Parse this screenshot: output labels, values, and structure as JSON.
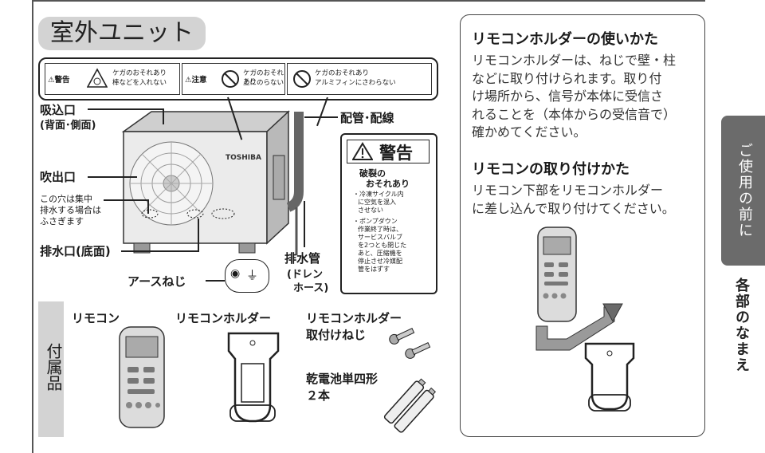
{
  "section_title": "室外ユニット",
  "warning_bar": [
    {
      "tag": "⚠警告",
      "line1": "ケガのおそれあり",
      "line2": "棒などを入れない"
    },
    {
      "tag": "⚠注意",
      "line1": "ケガのおそれあり",
      "line2": "上にのらない"
    },
    {
      "tag": "",
      "line1": "ケガのおそれあり",
      "line2": "アルミフィンにさわらない"
    }
  ],
  "labels": {
    "intake": "吸込口",
    "intake_sub": "(背面･側面)",
    "outlet": "吹出口",
    "hole_note_1": "この穴は集中",
    "hole_note_2": "排水する場合は",
    "hole_note_3": "ふさぎます",
    "drain_port": "排水口(底面)",
    "earth_screw": "アースねじ",
    "piping": "配管･配線",
    "drain_pipe": "排水管",
    "drain_sub_1": "(ドレン",
    "drain_sub_2": "ホース)",
    "brand": "TOSHIBA"
  },
  "big_warning": {
    "title": "警告",
    "head1": "破裂の",
    "head2": "おそれあり",
    "item1": [
      "・冷凍サイクル内",
      "に空気を混入",
      "させない"
    ],
    "item2": [
      "・ポンプダウン",
      "作業終了時は、",
      "サービスバルブ",
      "を2つとも閉じた",
      "あと、圧縮機を",
      "停止させ冷媒配",
      "管をはずす"
    ]
  },
  "accessories": {
    "tab_label": "付属品",
    "remote": "リモコン",
    "holder": "リモコンホルダー",
    "screw_1": "リモコンホルダー",
    "screw_2": "取付けねじ",
    "battery_1": "乾電池単四形",
    "battery_2": "２本"
  },
  "holder_usage": {
    "title": "リモコンホルダーの使いかた",
    "lines": [
      "リモコンホルダーは、ねじで壁・柱",
      "などに取り付けられます。取り付",
      "け場所から、信号が本体に受信さ",
      "れることを（本体からの受信音で）",
      "確かめてください。"
    ]
  },
  "remote_mount": {
    "title": "リモコンの取り付けかた",
    "lines": [
      "リモコン下部をリモコンホルダー",
      "に差し込んで取り付けてください。"
    ]
  },
  "side_tabs": {
    "before_use": "ご使用の前に",
    "part_names": "各部のなまえ"
  }
}
